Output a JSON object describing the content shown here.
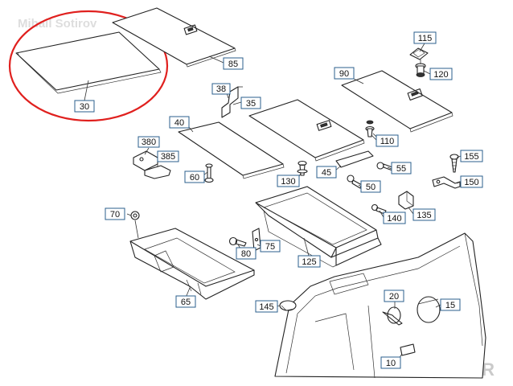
{
  "watermarks": {
    "top_left": "Mihail Sotirov",
    "bottom_right": "BAZAR"
  },
  "colors": {
    "highlight": "#e0201e",
    "callout_border": "#2b5f8c",
    "line": "#222222"
  },
  "callouts": {
    "c115": "115",
    "c85": "85",
    "c120": "120",
    "c90": "90",
    "c30": "30",
    "c38": "38",
    "c35": "35",
    "c40": "40",
    "c110": "110",
    "c155": "155",
    "c380": "380",
    "c385": "385",
    "c60": "60",
    "c45": "45",
    "c55": "55",
    "c130": "130",
    "c50": "50",
    "c150": "150",
    "c70": "70",
    "c135": "135",
    "c140": "140",
    "c75": "75",
    "c80": "80",
    "c125": "125",
    "c65": "65",
    "c20": "20",
    "c15": "15",
    "c145": "145",
    "c10": "10"
  }
}
